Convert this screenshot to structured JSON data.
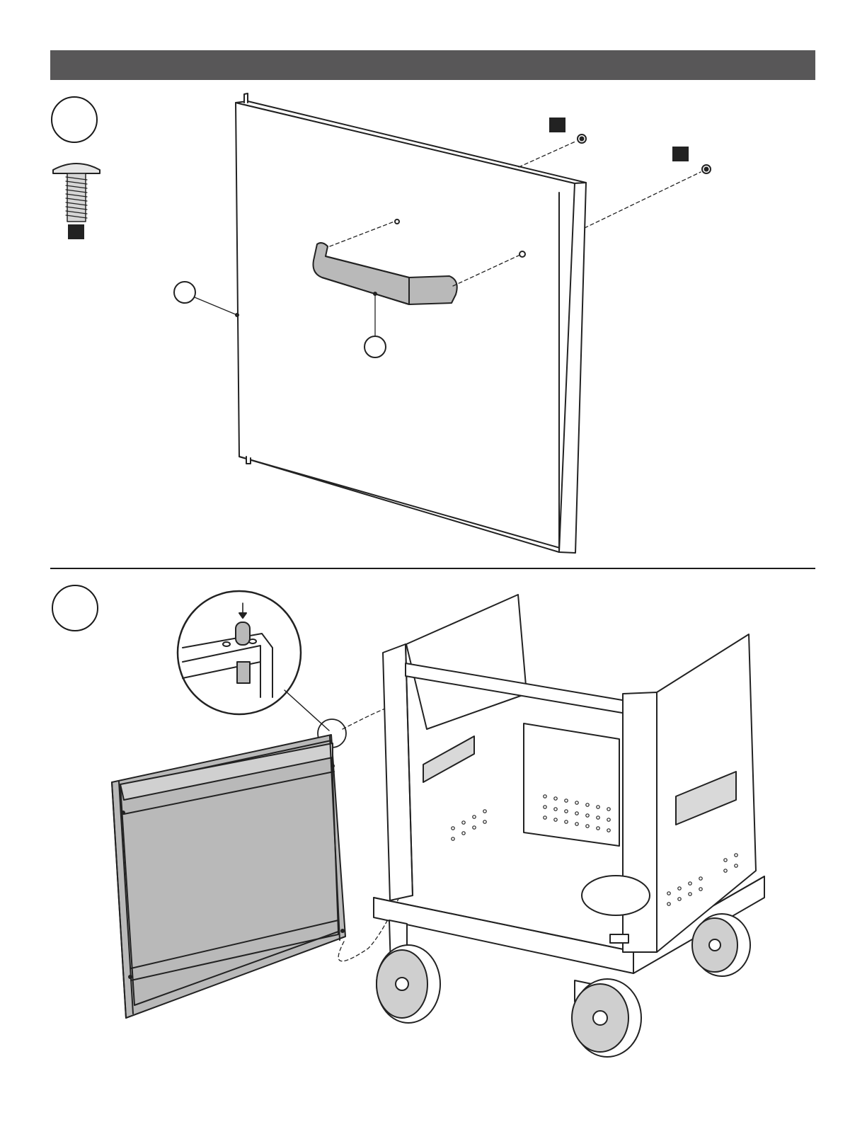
{
  "colors": {
    "header_bar": "#585758",
    "marker_fill": "#222222",
    "panel_fill": "#b9b9b9",
    "line": "#222222"
  },
  "steps": [
    {
      "id": "step-1",
      "number": ""
    },
    {
      "id": "step-2",
      "number": ""
    }
  ],
  "hardware": {
    "item": "screw-icon",
    "marker_label": ""
  },
  "callouts": [
    {
      "id": "door-panel-callout",
      "label": ""
    },
    {
      "id": "door-handle-callout",
      "label": ""
    }
  ],
  "screw_markers": [
    {
      "id": "screw-marker-upper",
      "label": ""
    },
    {
      "id": "screw-marker-right",
      "label": ""
    }
  ]
}
